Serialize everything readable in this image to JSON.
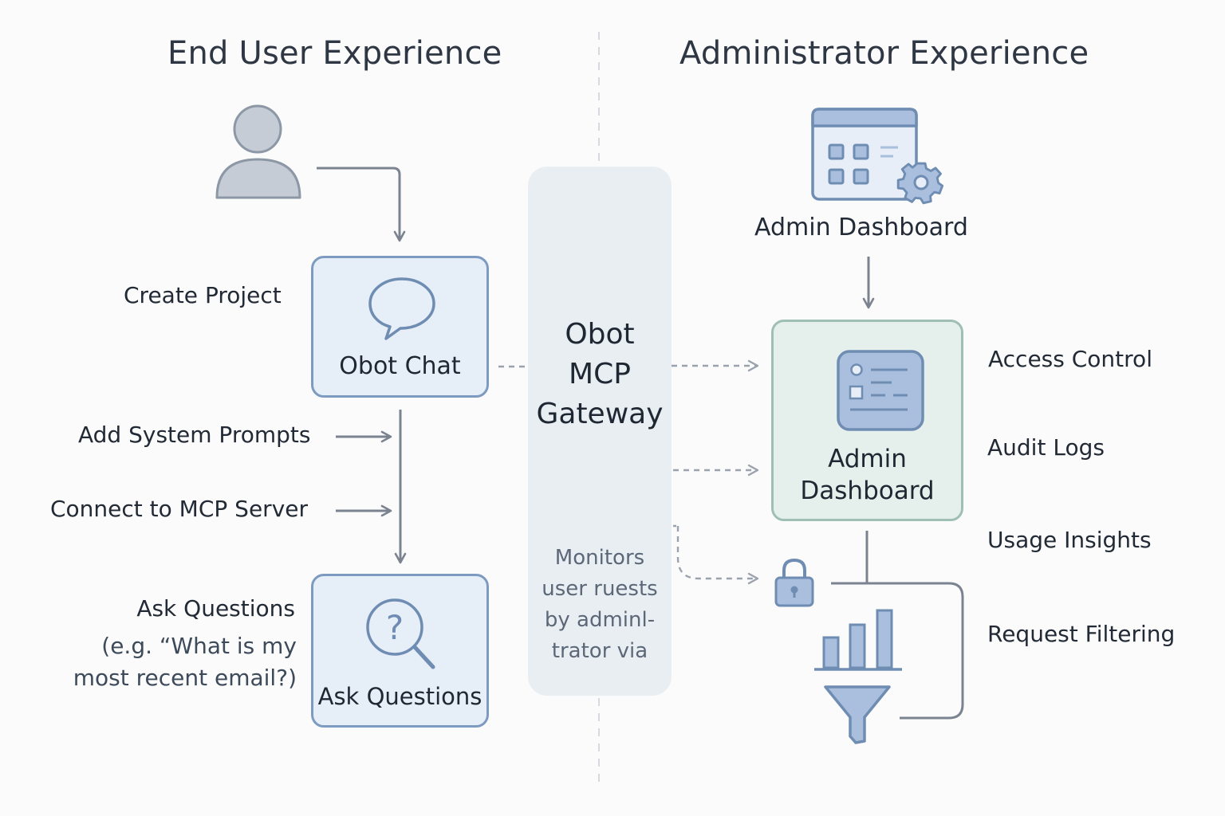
{
  "end_user": {
    "title": "End User Experience",
    "obot_chat_label": "Obot Chat",
    "ask_questions_box_label": "Ask Questions",
    "steps": {
      "create_project": "Create Project",
      "add_system_prompts": "Add System Prompts",
      "connect_mcp": "Connect to MCP Server",
      "ask_questions": "Ask Questions"
    },
    "example_lines": [
      "(e.g. “What is my",
      "most recent email?)"
    ]
  },
  "gateway": {
    "title_lines": [
      "Obot",
      "MCP",
      "Gateway"
    ],
    "note_lines": [
      "Monitors",
      "user ruests",
      "by adminl-",
      "trator via"
    ]
  },
  "admin": {
    "title": "Administrator Experience",
    "top_dashboard_label": "Admin Dashboard",
    "dashboard_box_lines": [
      "Admin",
      "Dashboard"
    ],
    "features": [
      "Access Control",
      "Audit Logs",
      "Usage Insights",
      "Request Filtering"
    ]
  },
  "colors": {
    "accent_blue": "#7d9bc0",
    "icon_fill": "#a9bfdd",
    "box_blue": "#e6eef8",
    "box_green": "#e5f0ec",
    "arrow_gray": "#7b8390",
    "dashed_gray": "#9aa3ad"
  },
  "icons": [
    "user-icon",
    "chat-bubble-icon",
    "search-question-icon",
    "dashboard-window-icon",
    "gear-icon",
    "settings-panel-icon",
    "lock-icon",
    "bar-chart-icon",
    "funnel-icon"
  ]
}
